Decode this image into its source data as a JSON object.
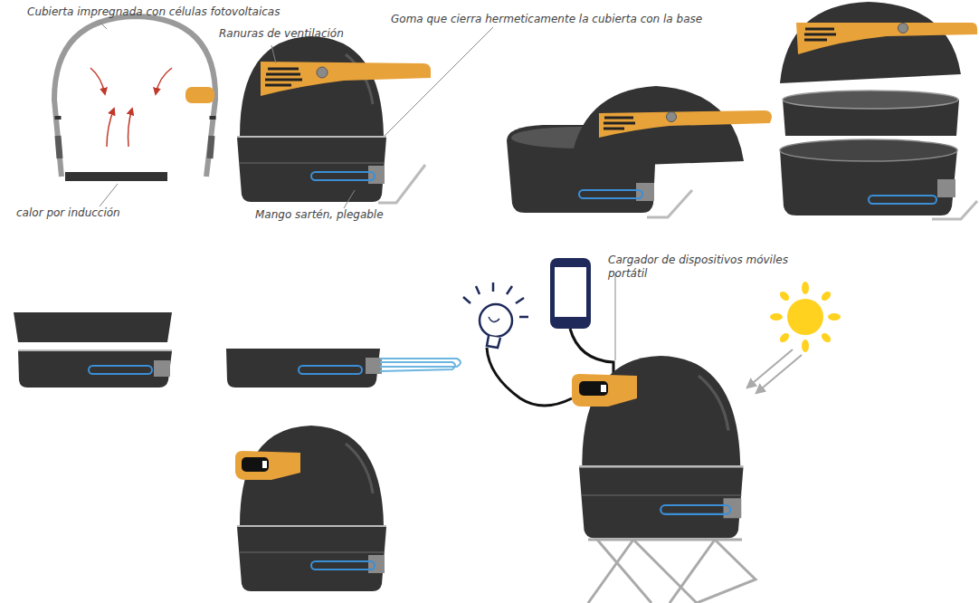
{
  "diagram": {
    "labels": [
      "Cubierta impregnada con células fotovoltaicas",
      "Ranuras de ventilación",
      "Goma que cierra hermeticamente la cubierta con la base",
      "calor por inducción",
      "Mango sartén, plegable",
      "Cargador de dispositivos móviles portátil"
    ]
  }
}
